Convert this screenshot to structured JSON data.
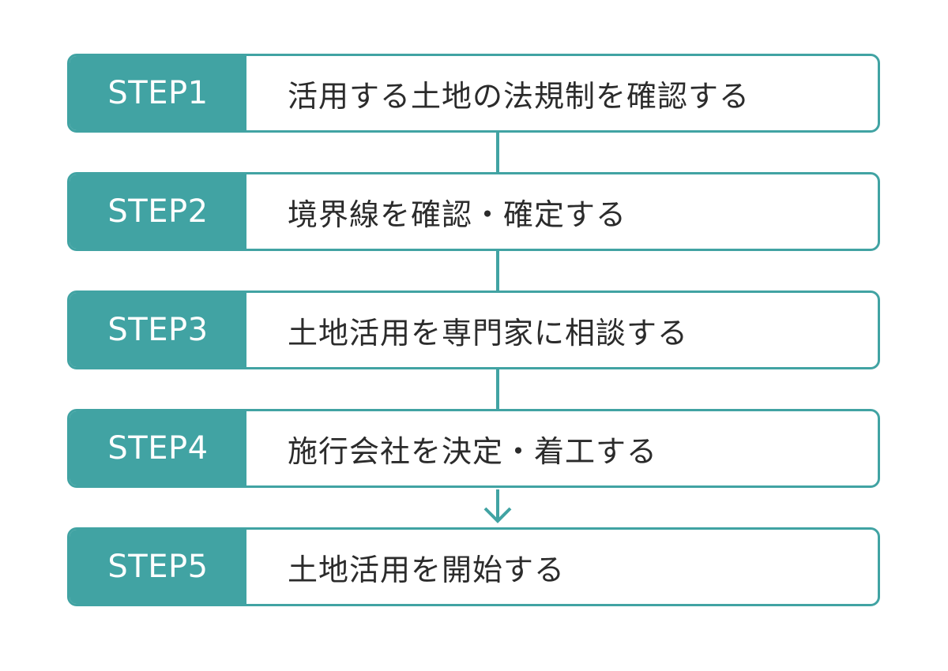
{
  "colors": {
    "accent": "#41a3a3",
    "text": "#2b2b2b",
    "background": "#ffffff"
  },
  "steps": [
    {
      "label": "STEP1",
      "text": "活用する土地の法規制を確認する"
    },
    {
      "label": "STEP2",
      "text": "境界線を確認・確定する"
    },
    {
      "label": "STEP3",
      "text": "土地活用を専門家に相談する"
    },
    {
      "label": "STEP4",
      "text": "施行会社を決定・着工する"
    },
    {
      "label": "STEP5",
      "text": "土地活用を開始する"
    }
  ],
  "connectors": [
    "line",
    "line",
    "line",
    "arrow-down-icon"
  ]
}
